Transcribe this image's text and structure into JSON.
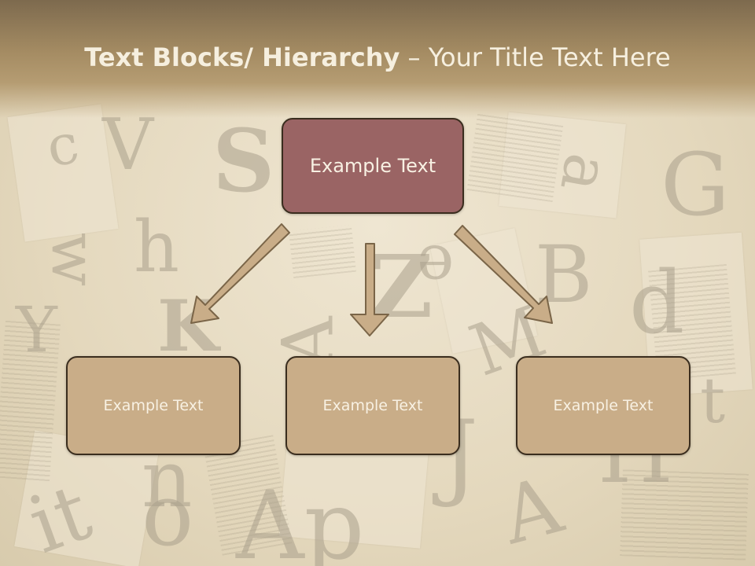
{
  "slide": {
    "title_bold": "Text Blocks/ Hierarchy",
    "title_rest": " – Your Title Text Here"
  },
  "diagram": {
    "top_label": "Example Text",
    "children": [
      {
        "label": "Example Text"
      },
      {
        "label": "Example Text"
      },
      {
        "label": "Example Text"
      }
    ]
  },
  "colors": {
    "top_box": "#9a6464",
    "child_box": "#c9ad88",
    "arrow_fill": "#c9ad88",
    "arrow_stroke": "#7a6548",
    "header": "#a58c63"
  }
}
